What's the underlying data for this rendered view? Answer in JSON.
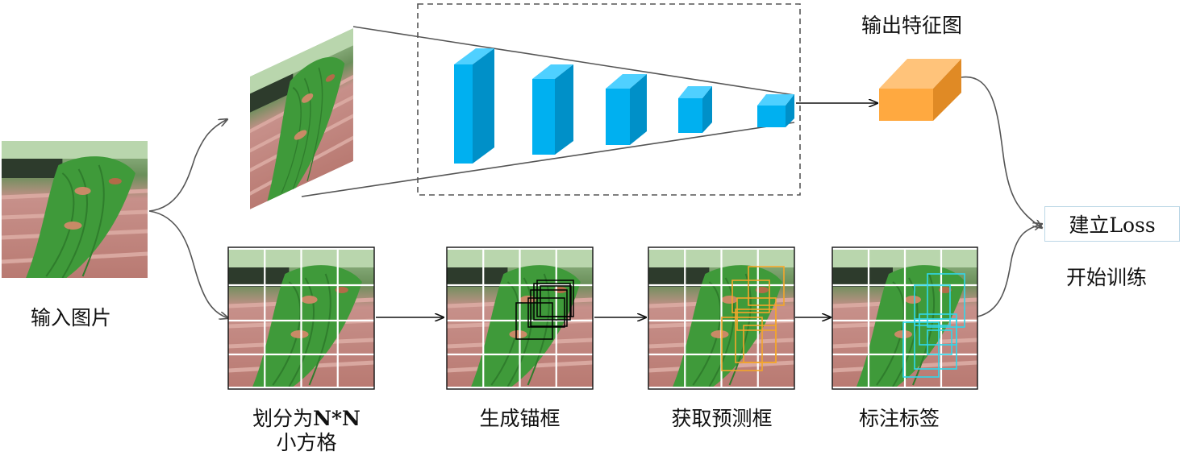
{
  "labels": {
    "input_image": "输入图片",
    "output_feature_map": "输出特征图",
    "build_loss": "建立Loss",
    "start_training": "开始训练",
    "step_divide_line1_prefix": "划分为",
    "step_divide_line1_bold": "N*N",
    "step_divide_line2": "小方格",
    "step_anchor": "生成锚框",
    "step_predict": "获取预测框",
    "step_annotate": "标注标签"
  },
  "colors": {
    "cube_front": "#00b0f0",
    "cube_top": "#4fd0ff",
    "cube_side": "#0090c8",
    "feature_front": "#ffa940",
    "feature_top": "#ffc37a",
    "feature_side": "#e08a25",
    "anchor_box": "#000000",
    "predict_box": "#f4a62a",
    "label_box": "#2fd8ec",
    "grid_line": "#ffffff",
    "loss_border": "#bcd7e6"
  },
  "icons": [
    "leaf-photo",
    "arrow-right-icon",
    "cube-icon"
  ]
}
